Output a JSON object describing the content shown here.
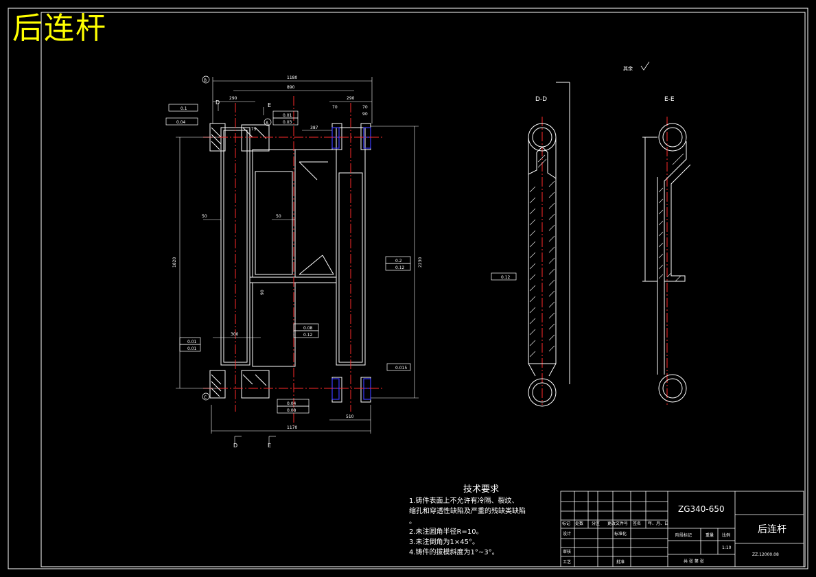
{
  "drawing_title": "后连杆",
  "views": {
    "section_dd": "D-D",
    "section_ee": "E-E",
    "cut_label_d": "D",
    "cut_label_e": "E",
    "surface_note": "其余"
  },
  "dimensions": {
    "top_overall": "1180",
    "top_inner": "890",
    "top_left": "290",
    "top_right": "290",
    "top_r1": "70",
    "top_r2": "70",
    "top_r3": "90",
    "bottom_overall": "1170",
    "bottom_right": "510",
    "left_height": "1820",
    "right_height": "2230",
    "web1": "50",
    "web2": "50",
    "mid": "90",
    "d1": "300",
    "d2": "387",
    "d3": "175"
  },
  "tolerances": {
    "tl1": "0.1",
    "tl2": "0.04",
    "tc1": "0.01",
    "tc2": "0.03",
    "r1": "0.2",
    "r2": "0.12",
    "m1": "0.08",
    "m2": "0.12",
    "bl1": "0.01",
    "bl2": "0.01",
    "bc1": "0.04",
    "bc2": "0.08",
    "br1": "0.015",
    "dd1": "0.12",
    "datum_a": "A",
    "datum_b": "B",
    "datum_c": "C"
  },
  "tech_requirements": {
    "heading": "技术要求",
    "items": [
      "1.铸件表面上不允许有冷隔、裂纹、",
      "缩孔和穿透性缺陷及严重的残缺类缺陷",
      "。",
      "2.未注圆角半径R=10。",
      "3.未注倒角为1×45°。",
      "4.铸件的拔模斜度为1°~3°。"
    ]
  },
  "title_block": {
    "material": "ZG340-650",
    "part_name": "后连杆",
    "scale_value": "1:10",
    "drawing_number": "ZZ.12000.08",
    "col_mark": "标记",
    "col_count": "处数",
    "col_zone": "分区",
    "col_doc": "更改文件号",
    "col_sign": "签名",
    "col_date": "年、月、日",
    "row_design": "设计",
    "row_std": "标准化",
    "row_review": "审核",
    "row_process": "工艺",
    "row_approve": "批准",
    "stage_mark": "阶段标记",
    "weight": "重量",
    "scale": "比例",
    "sheets": "共 张 第 张"
  }
}
